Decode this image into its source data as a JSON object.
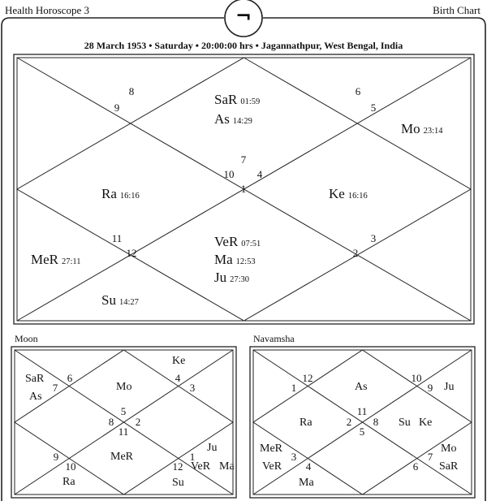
{
  "header": {
    "left": "Health Horoscope 3",
    "right": "Birth Chart",
    "logo": "¬"
  },
  "subtitle": "28 March 1953 • Saturday • 20:00:00 hrs • Jagannathpur, West Bengal, India",
  "main_chart": {
    "houses": [
      {
        "n": "1"
      },
      {
        "n": "2"
      },
      {
        "n": "3"
      },
      {
        "n": "4"
      },
      {
        "n": "5"
      },
      {
        "n": "6"
      },
      {
        "n": "7"
      },
      {
        "n": "8"
      },
      {
        "n": "9"
      },
      {
        "n": "10"
      },
      {
        "n": "11"
      },
      {
        "n": "12"
      }
    ],
    "planets": [
      {
        "name": "SaR",
        "deg": "01:59"
      },
      {
        "name": "As",
        "deg": "14:29"
      },
      {
        "name": "Mo",
        "deg": "23:14"
      },
      {
        "name": "Ra",
        "deg": "16:16"
      },
      {
        "name": "Ke",
        "deg": "16:16"
      },
      {
        "name": "VeR",
        "deg": "07:51"
      },
      {
        "name": "Ma",
        "deg": "12:53"
      },
      {
        "name": "Ju",
        "deg": "27:30"
      },
      {
        "name": "MeR",
        "deg": "27:11"
      },
      {
        "name": "Su",
        "deg": "14:27"
      }
    ]
  },
  "moon_chart": {
    "title": "Moon",
    "houses": [
      "6",
      "7",
      "4",
      "3",
      "5",
      "8",
      "2",
      "11",
      "9",
      "10",
      "12",
      "1"
    ],
    "planets": [
      "SaR",
      "As",
      "Mo",
      "Ke",
      "MeR",
      "Ra",
      "Ju",
      "VeR",
      "Ma",
      "Su"
    ]
  },
  "navamsha_chart": {
    "title": "Navamsha",
    "houses": [
      "12",
      "1",
      "10",
      "9",
      "11",
      "2",
      "8",
      "5",
      "3",
      "4",
      "7",
      "6"
    ],
    "planets": [
      "As",
      "Ju",
      "Ra",
      "Su",
      "Ke",
      "MeR",
      "VeR",
      "Ma",
      "Mo",
      "SaR"
    ]
  }
}
